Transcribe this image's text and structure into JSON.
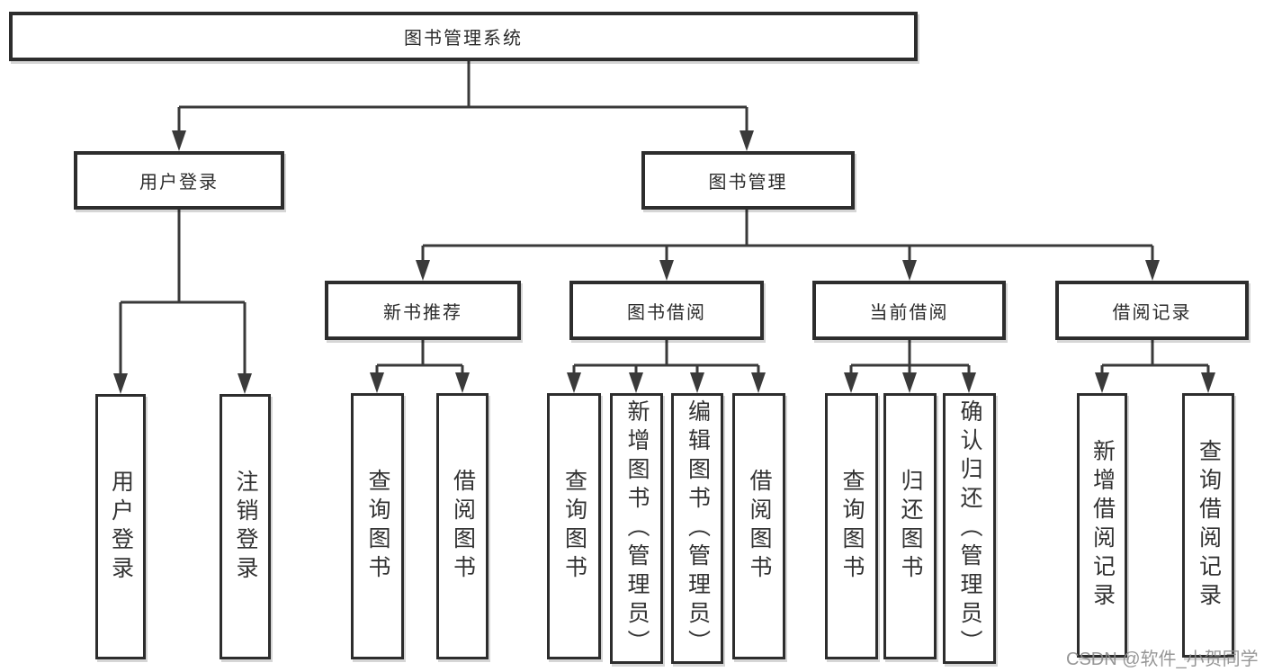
{
  "tree": {
    "root": "图书管理系统",
    "level2": [
      "用户登录",
      "图书管理"
    ],
    "level3": [
      "新书推荐",
      "图书借阅",
      "当前借阅",
      "借阅记录"
    ],
    "leaves": {
      "login": [
        "用户登录",
        "注销登录"
      ],
      "recommend": [
        "查询图书",
        "借阅图书"
      ],
      "borrow": [
        "查询图书",
        "新增图书（管理员）",
        "编辑图书（管理员）",
        "借阅图书"
      ],
      "current": [
        "查询图书",
        "归还图书",
        "确认归还（管理员）"
      ],
      "records": [
        "新增借阅记录",
        "查询借阅记录"
      ]
    }
  },
  "watermark": "CSDN @软件_小贺同学",
  "colors": {
    "line": "#3a3a3a",
    "border": "#2d2d2d",
    "text": "#333333",
    "background": "#ffffff",
    "watermark": "#8c8c8c"
  }
}
